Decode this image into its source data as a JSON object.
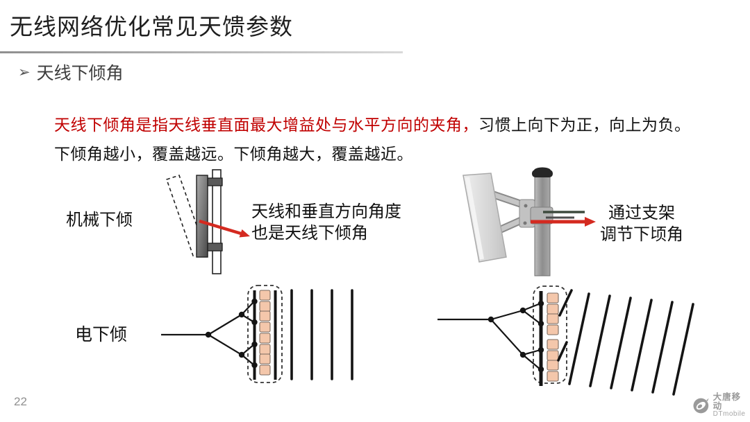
{
  "slide": {
    "title": "无线网络优化常见天馈参数",
    "bullet_item": "天线下倾角",
    "definition_red": "天线下倾角是指天线垂直面最大增益处与水平方向的夹角，",
    "definition_black": "习惯上向下为正，向上为负。",
    "definition_line2": "下倾角越小，覆盖越远。下倾角越大，覆盖越近。",
    "page_number": "22"
  },
  "icons": {
    "bullet_glyph": "➢"
  },
  "mechanical_diagram": {
    "label": "机械下倾",
    "annotation_line1": "天线和垂直方向角度",
    "annotation_line2": "也是天线下倾角"
  },
  "bracket_photo": {
    "annotation_line1": "通过支架",
    "annotation_line2": "调节下顷角"
  },
  "electrical_diagram": {
    "label": "电下倾"
  },
  "logo": {
    "name_cn": "大唐移动",
    "name_en": "DTmobile"
  },
  "colors": {
    "definition_red": "#c00000",
    "arrow_red": "#d42a20",
    "element_square_fill": "#f4c7ab",
    "element_square_border": "#7a6a5f",
    "line_black": "#141414",
    "rule_gray": "#8f8f8f",
    "logo_gray": "#9a9a9a"
  }
}
